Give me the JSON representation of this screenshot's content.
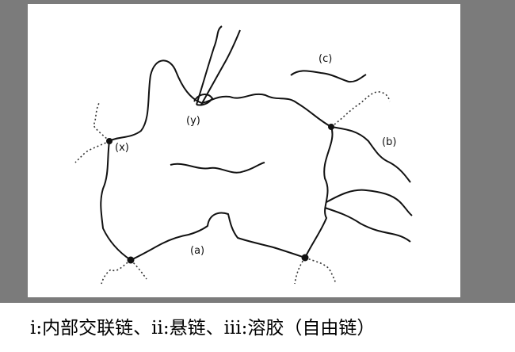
{
  "diagram": {
    "labels": {
      "x": "(x)",
      "y": "(y)",
      "a": "(a)",
      "b": "(b)",
      "c": "(c)"
    }
  },
  "caption": {
    "text": "i:内部交联链、ii:悬链、iii:溶胶（自由链）"
  },
  "colors": {
    "background": "#7b7b7b",
    "panel": "#ffffff",
    "line": "#111111"
  }
}
